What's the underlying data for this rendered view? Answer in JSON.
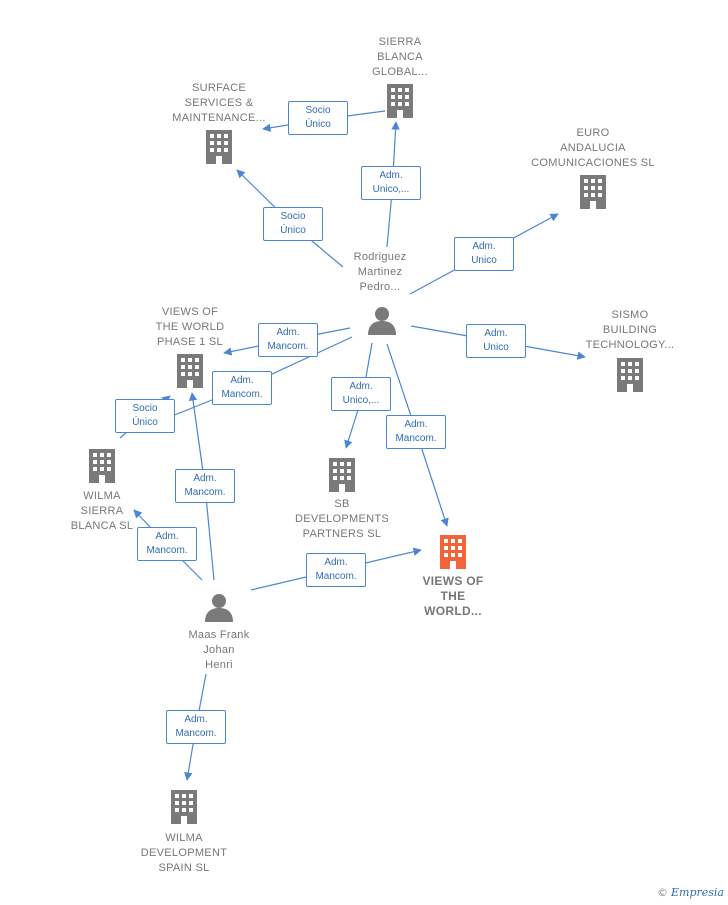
{
  "colors": {
    "edge": "#4a86d4",
    "building": "#7a7a7a",
    "focus": "#f0653a",
    "person": "#7a7a7a"
  },
  "nodes": [
    {
      "id": "sierra",
      "kind": "company",
      "lines": [
        "SIERRA",
        "BLANCA",
        "GLOBAL..."
      ]
    },
    {
      "id": "surface",
      "kind": "company",
      "lines": [
        "SURFACE",
        "SERVICES &",
        "MAINTENANCE..."
      ]
    },
    {
      "id": "euro",
      "kind": "company",
      "lines": [
        "EURO",
        "ANDALUCIA",
        "COMUNICACIONES SL"
      ]
    },
    {
      "id": "rodriguez",
      "kind": "person",
      "lines": [
        "Rodriguez",
        "Martinez",
        "Pedro..."
      ]
    },
    {
      "id": "views1",
      "kind": "company",
      "lines": [
        "VIEWS OF",
        "THE WORLD",
        "PHASE 1  SL"
      ]
    },
    {
      "id": "sismo",
      "kind": "company",
      "lines": [
        "SISMO",
        "BUILDING",
        "TECHNOLOGY..."
      ]
    },
    {
      "id": "wilma_sierra",
      "kind": "company",
      "lines": [
        "WILMA",
        "SIERRA",
        "BLANCA  SL"
      ]
    },
    {
      "id": "sb",
      "kind": "company",
      "lines": [
        "SB",
        "DEVELOPMENTS",
        "PARTNERS  SL"
      ]
    },
    {
      "id": "views_focus",
      "kind": "focus",
      "lines": [
        "VIEWS OF",
        "THE",
        "WORLD..."
      ]
    },
    {
      "id": "maas",
      "kind": "person",
      "lines": [
        "Maas Frank",
        "Johan",
        "Henri"
      ]
    },
    {
      "id": "wilma_dev",
      "kind": "company",
      "lines": [
        "WILMA",
        "DEVELOPMENT",
        "SPAIN  SL"
      ]
    }
  ],
  "edges": [
    {
      "id": "e1",
      "lines": [
        "Socio",
        "Único"
      ]
    },
    {
      "id": "e2",
      "lines": [
        "Adm.",
        "Unico,..."
      ]
    },
    {
      "id": "e3",
      "lines": [
        "Socio",
        "Único"
      ]
    },
    {
      "id": "e4",
      "lines": [
        "Adm.",
        "Unico"
      ]
    },
    {
      "id": "e5",
      "lines": [
        "Adm.",
        "Mancom."
      ]
    },
    {
      "id": "e6",
      "lines": [
        "Adm.",
        "Unico"
      ]
    },
    {
      "id": "e7",
      "lines": [
        "Adm.",
        "Mancom."
      ]
    },
    {
      "id": "e8",
      "lines": [
        "Socio",
        "Único"
      ]
    },
    {
      "id": "e9",
      "lines": [
        "Adm.",
        "Unico,..."
      ]
    },
    {
      "id": "e10",
      "lines": [
        "Adm.",
        "Mancom."
      ]
    },
    {
      "id": "e11",
      "lines": [
        "Adm.",
        "Mancom."
      ]
    },
    {
      "id": "e12",
      "lines": [
        "Adm.",
        "Mancom."
      ]
    },
    {
      "id": "e13",
      "lines": [
        "Adm.",
        "Mancom."
      ]
    },
    {
      "id": "e14",
      "lines": [
        "Adm.",
        "Mancom."
      ]
    }
  ],
  "footer": {
    "copyright": "©",
    "brand": "Empresia"
  }
}
